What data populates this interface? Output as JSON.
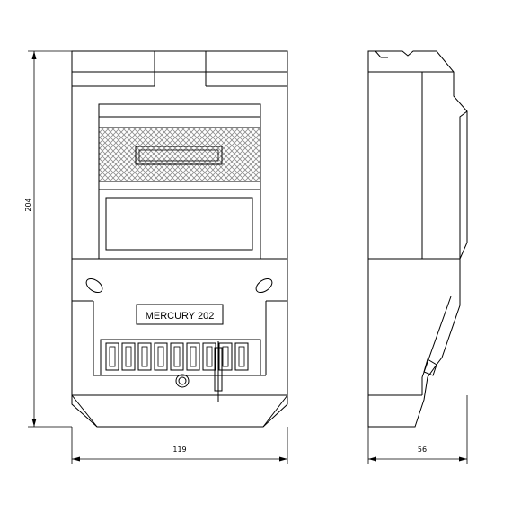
{
  "drawing": {
    "model_label": "MERCURY 202",
    "dim_height": "204",
    "dim_width_front": "119",
    "dim_width_side": "56"
  },
  "colors": {
    "line": "#000000",
    "hatch": "#9a9a9a",
    "background": "#ffffff"
  }
}
